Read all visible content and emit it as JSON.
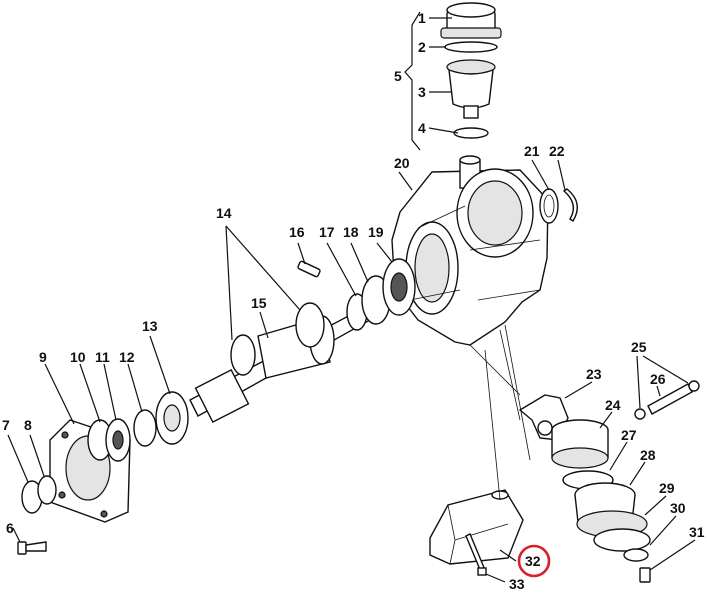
{
  "callouts": [
    {
      "id": "c1",
      "text": "1"
    },
    {
      "id": "c2",
      "text": "2"
    },
    {
      "id": "c3",
      "text": "3"
    },
    {
      "id": "c4",
      "text": "4"
    },
    {
      "id": "c5",
      "text": "5"
    },
    {
      "id": "c6",
      "text": "6"
    },
    {
      "id": "c7",
      "text": "7"
    },
    {
      "id": "c8",
      "text": "8"
    },
    {
      "id": "c9",
      "text": "9"
    },
    {
      "id": "c10",
      "text": "10"
    },
    {
      "id": "c11",
      "text": "11"
    },
    {
      "id": "c12",
      "text": "12"
    },
    {
      "id": "c13",
      "text": "13"
    },
    {
      "id": "c14",
      "text": "14"
    },
    {
      "id": "c15",
      "text": "15"
    },
    {
      "id": "c16",
      "text": "16"
    },
    {
      "id": "c17",
      "text": "17"
    },
    {
      "id": "c18",
      "text": "18"
    },
    {
      "id": "c19",
      "text": "19"
    },
    {
      "id": "c20",
      "text": "20"
    },
    {
      "id": "c21",
      "text": "21"
    },
    {
      "id": "c22",
      "text": "22"
    },
    {
      "id": "c23",
      "text": "23"
    },
    {
      "id": "c24",
      "text": "24"
    },
    {
      "id": "c25",
      "text": "25"
    },
    {
      "id": "c26",
      "text": "26"
    },
    {
      "id": "c27",
      "text": "27"
    },
    {
      "id": "c28",
      "text": "28"
    },
    {
      "id": "c29",
      "text": "29"
    },
    {
      "id": "c30",
      "text": "30"
    },
    {
      "id": "c31",
      "text": "31"
    },
    {
      "id": "c32",
      "text": "32"
    },
    {
      "id": "c33",
      "text": "33"
    }
  ],
  "highlight": {
    "callout": "32",
    "color": "#d9202a"
  },
  "colors": {
    "line": "#111111",
    "shade": "#e4e4e4",
    "background": "#ffffff"
  }
}
